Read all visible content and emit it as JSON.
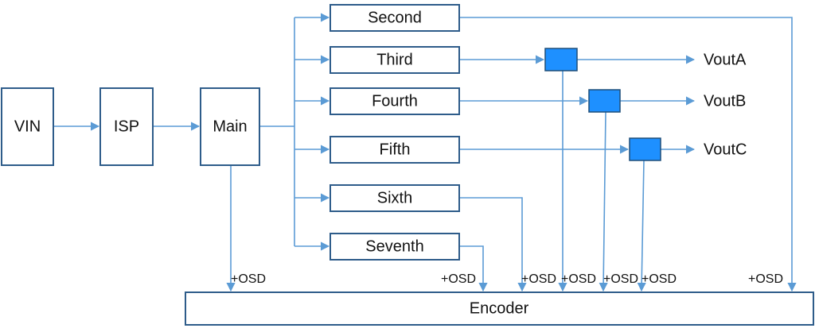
{
  "colors": {
    "box_border": "#2E5C8A",
    "connector": "#5B9BD5",
    "mixer_fill": "#1E90FF"
  },
  "blocks": {
    "vin": "VIN",
    "isp": "ISP",
    "main": "Main",
    "second": "Second",
    "third": "Third",
    "fourth": "Fourth",
    "fifth": "Fifth",
    "sixth": "Sixth",
    "seventh": "Seventh",
    "encoder": "Encoder"
  },
  "outputs": {
    "vout_a": "VoutA",
    "vout_b": "VoutB",
    "vout_c": "VoutC"
  },
  "osd_labels": {
    "main": "+OSD",
    "seventh": "+OSD",
    "sixth": "+OSD",
    "third": "+OSD",
    "fourth": "+OSD",
    "fifth": "+OSD",
    "second": "+OSD"
  }
}
